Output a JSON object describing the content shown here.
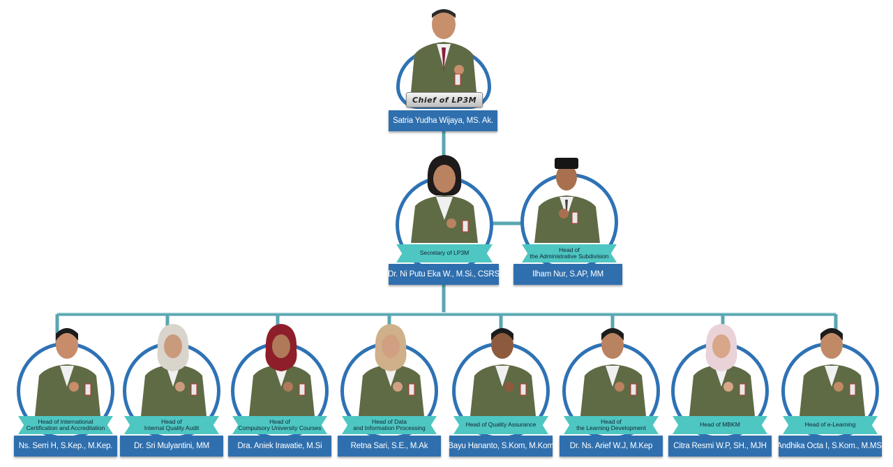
{
  "chief": {
    "title": "Chief of LP3M",
    "name": "Satria Yudha Wijaya, MS. Ak."
  },
  "secretary": {
    "title": "Secretary of LP3M",
    "name": "Dr. Ni Putu Eka W., M.Si., CSRS"
  },
  "admin": {
    "title": "Head of\nthe Administrative Subdivision",
    "name": "Ilham Nur, S.AP, MM"
  },
  "heads": [
    {
      "title": "Head of International\nCertification and Accreditation",
      "name": "Ns. Serri H, S.Kep., M.Kep."
    },
    {
      "title": "Head of\nInternal Quality Audit",
      "name": "Dr. Sri Mulyantini, MM"
    },
    {
      "title": "Head of\nCompulsory University Courses",
      "name": "Dra. Aniek Irawatie, M.Si"
    },
    {
      "title": "Head of Data\nand Information Processing",
      "name": "Retna Sari, S.E., M.Ak"
    },
    {
      "title": "Head of Quality Assurance",
      "name": "Bayu Hananto, S.Kom, M.Kom"
    },
    {
      "title": "Head of\nthe Learning Development",
      "name": "Dr. Ns. Arief W.J, M.Kep"
    },
    {
      "title": "Head of MBKM",
      "name": "Citra Resmi W.P, SH., MJH"
    },
    {
      "title": "Head of e-Learning",
      "name": "Andhika Octa I, S.Kom., M.MSI"
    }
  ],
  "colors": {
    "connector": "#5aa7b0",
    "ring": "#2e72b4",
    "ribbon": "#4ec6c1",
    "namebox": "#2f6fae",
    "jacket": "#5f6b45"
  }
}
